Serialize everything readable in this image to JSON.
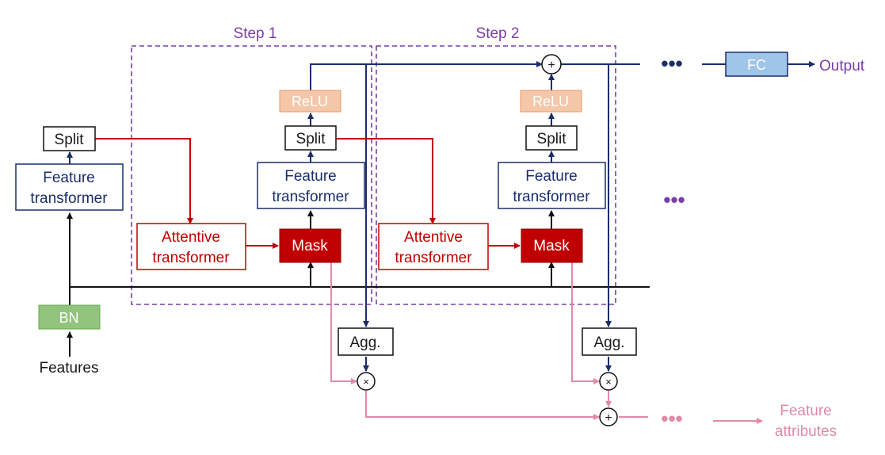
{
  "steps": {
    "step1_label": "Step 1",
    "step2_label": "Step 2"
  },
  "blocks": {
    "bn": "BN",
    "features": "Features",
    "split": "Split",
    "feature_transformer_line1": "Feature",
    "feature_transformer_line2": "transformer",
    "attentive_transformer_line1": "Attentive",
    "attentive_transformer_line2": "transformer",
    "mask": "Mask",
    "relu": "ReLU",
    "agg": "Agg.",
    "fc": "FC"
  },
  "outputs": {
    "output": "Output",
    "feature_attributes_line1": "Feature",
    "feature_attributes_line2": "attributes"
  },
  "operators": {
    "plus": "+",
    "times": "×",
    "ellipsis": "•••"
  },
  "colors": {
    "navy": "#1a2e6b",
    "red": "#c00000",
    "pink": "#e08aa6",
    "purple": "#7a3ea8",
    "bn_fill": "#93c47d",
    "relu_fill": "#f4c7a8",
    "fc_fill": "#9fc5e8",
    "mask_fill": "#c00000"
  }
}
